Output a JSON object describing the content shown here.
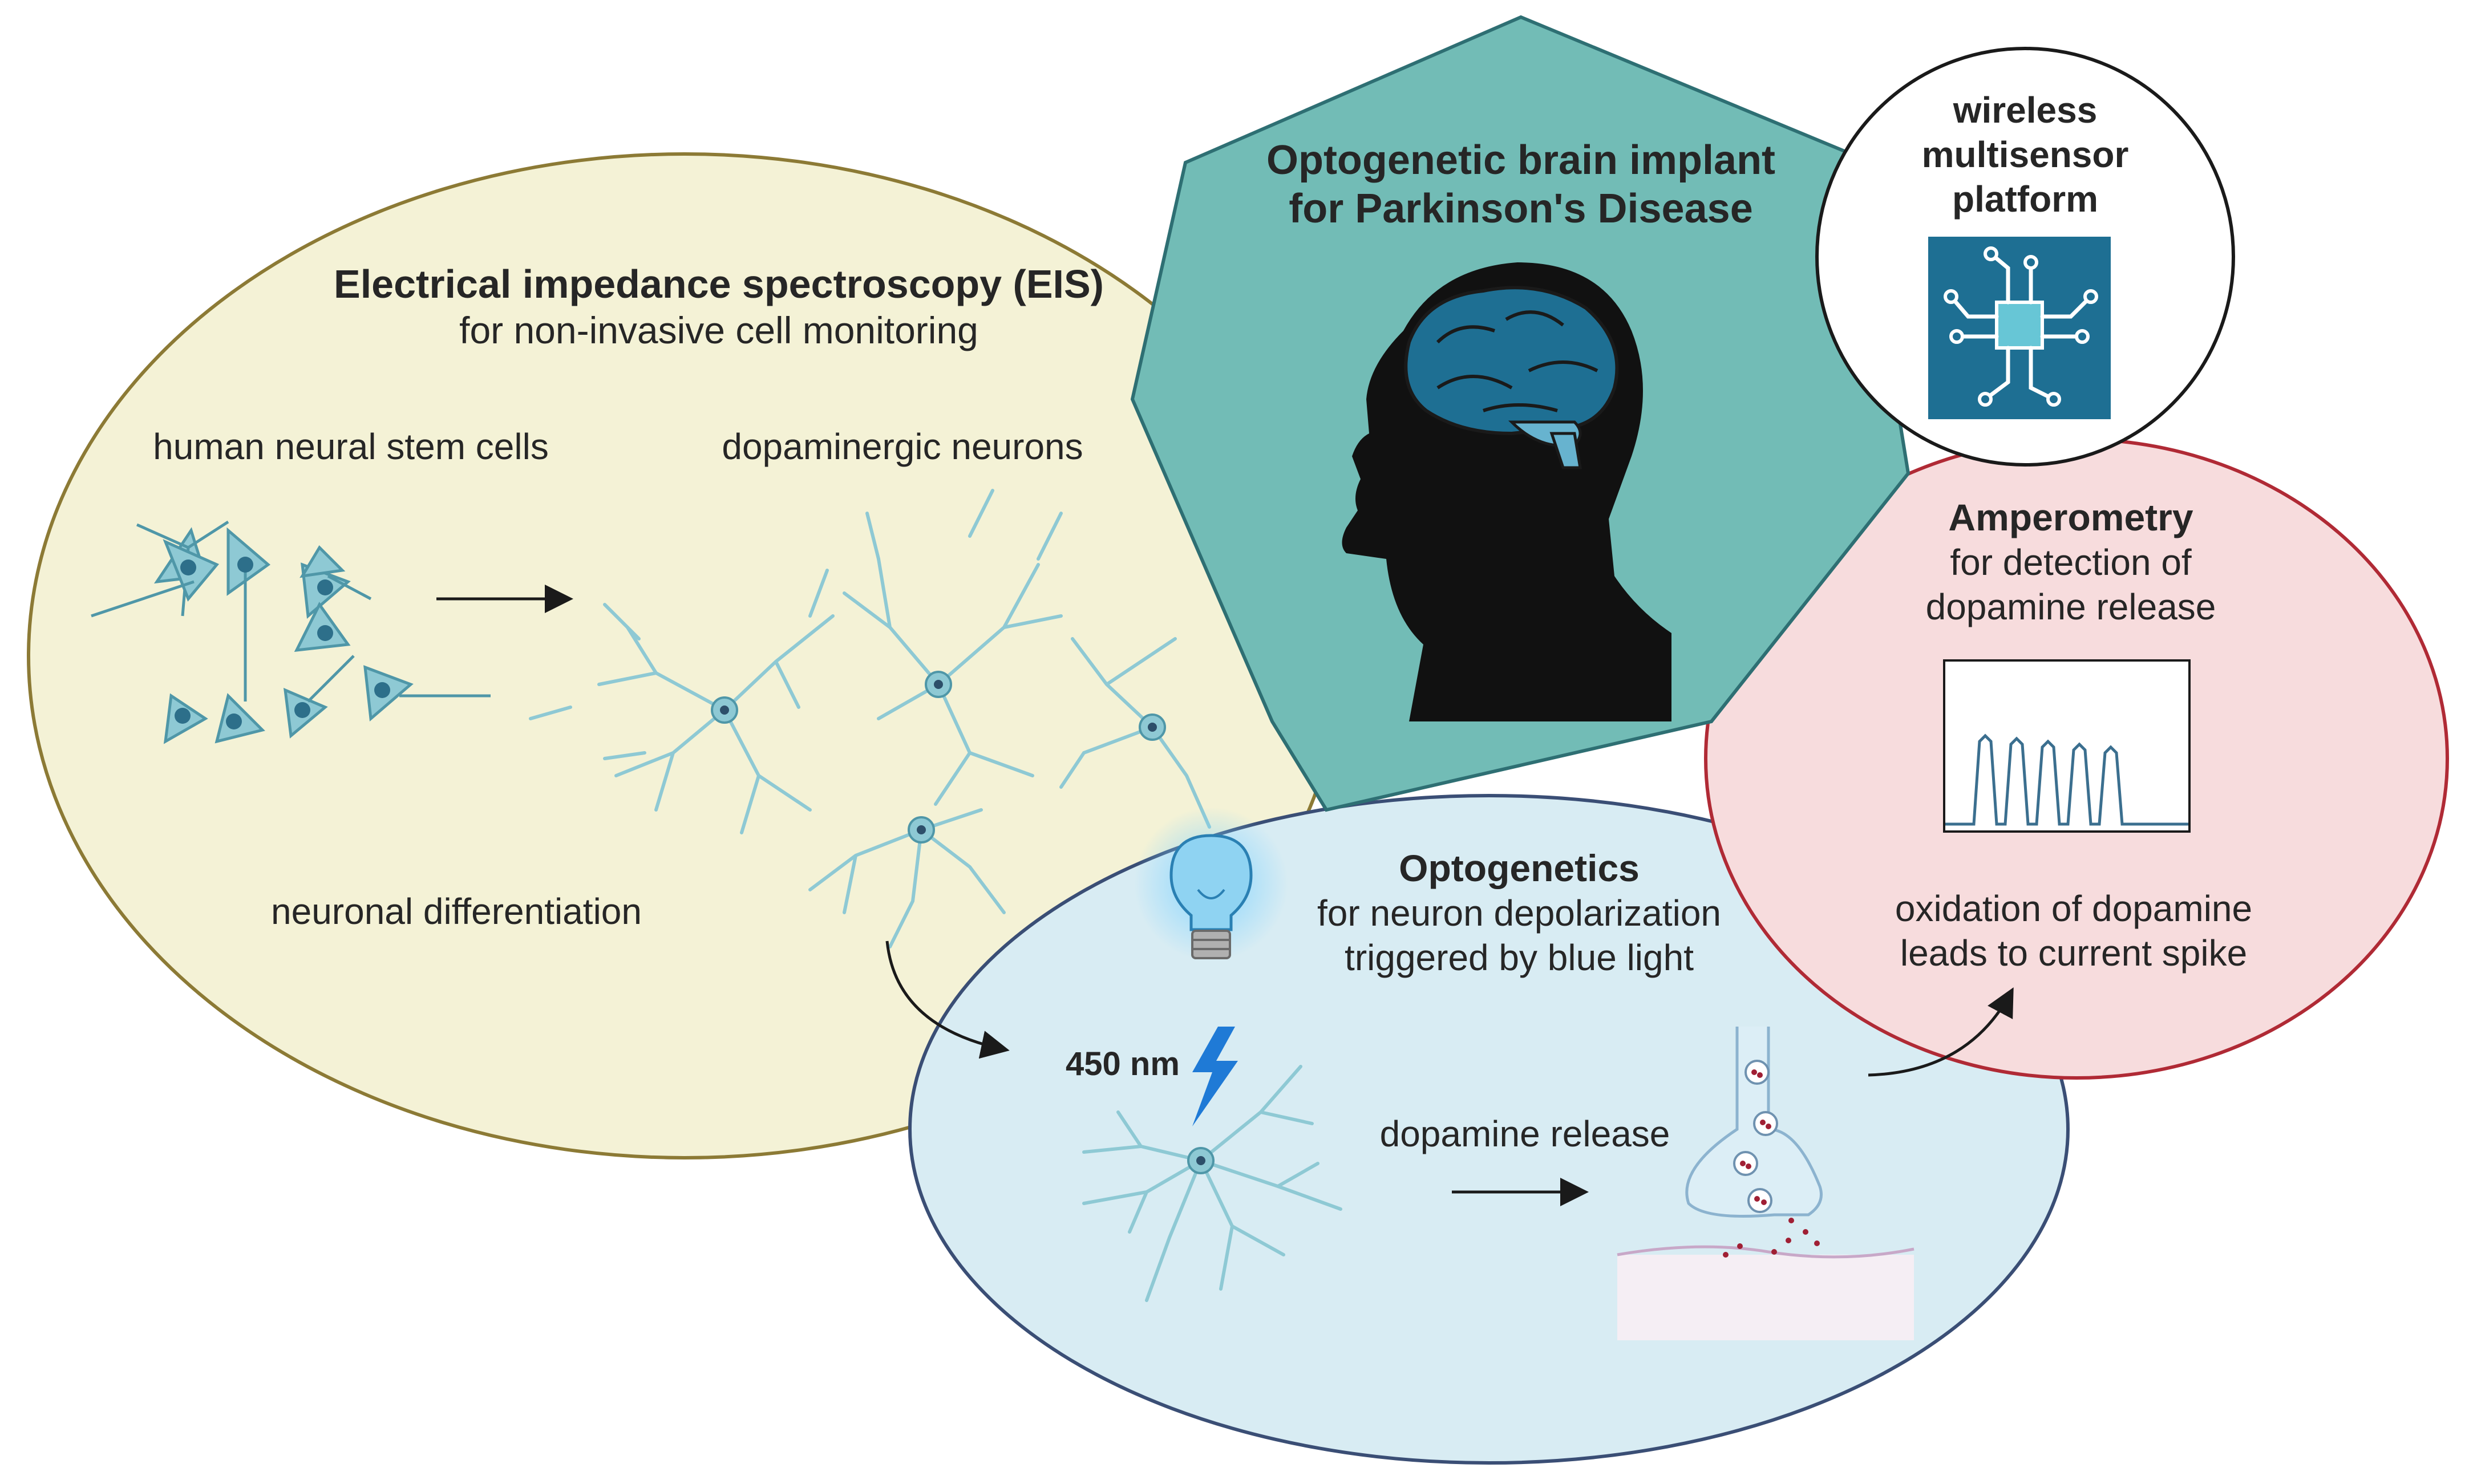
{
  "eis": {
    "title": "Electrical impedance spectroscopy (EIS)",
    "subtitle": "for non-invasive cell monitoring",
    "stem_cells_label": "human neural stem cells",
    "neurons_label": "dopaminergic neurons",
    "differentiation_label": "neuronal differentiation"
  },
  "implant": {
    "title_line1": "Optogenetic brain implant",
    "title_line2": "for Parkinson's Disease"
  },
  "wireless": {
    "line1": "wireless",
    "line2": "multisensor",
    "line3": "platform"
  },
  "amperometry": {
    "title": "Amperometry",
    "line1": "for detection of",
    "line2": "dopamine release",
    "caption1": "oxidation of dopamine",
    "caption2": "leads to current spike"
  },
  "optogenetics": {
    "title": "Optogenetics",
    "line1": "for neuron depolarization",
    "line2": "triggered by blue light",
    "wavelength": "450 nm",
    "release_label": "dopamine release"
  },
  "colors": {
    "eis_fill": "#f4f2d6",
    "eis_stroke": "#8c7a35",
    "opto_fill": "#d8ecf3",
    "opto_stroke": "#3a4e75",
    "amp_fill": "#f7dcdd",
    "amp_stroke": "#b02a35",
    "implant_fill": "#72bcb6",
    "implant_stroke": "#2e6f73",
    "chip_color": "#1e6f93",
    "cell_color": "#8ec9d4"
  }
}
